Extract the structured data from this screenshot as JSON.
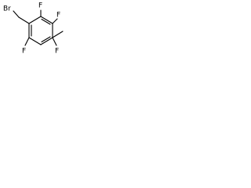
{
  "molecule": {
    "atoms": {
      "br": "Br",
      "f_top_left": "F",
      "f_top_right": "F",
      "f_bottom_left": "F",
      "f_bottom_right": "F"
    },
    "substituents": [
      "bromomethyl",
      "fluoro",
      "fluoro",
      "methyl",
      "fluoro",
      "fluoro"
    ]
  },
  "colors": {
    "bond": "#000000",
    "label": "#000000",
    "background": "#ffffff"
  }
}
